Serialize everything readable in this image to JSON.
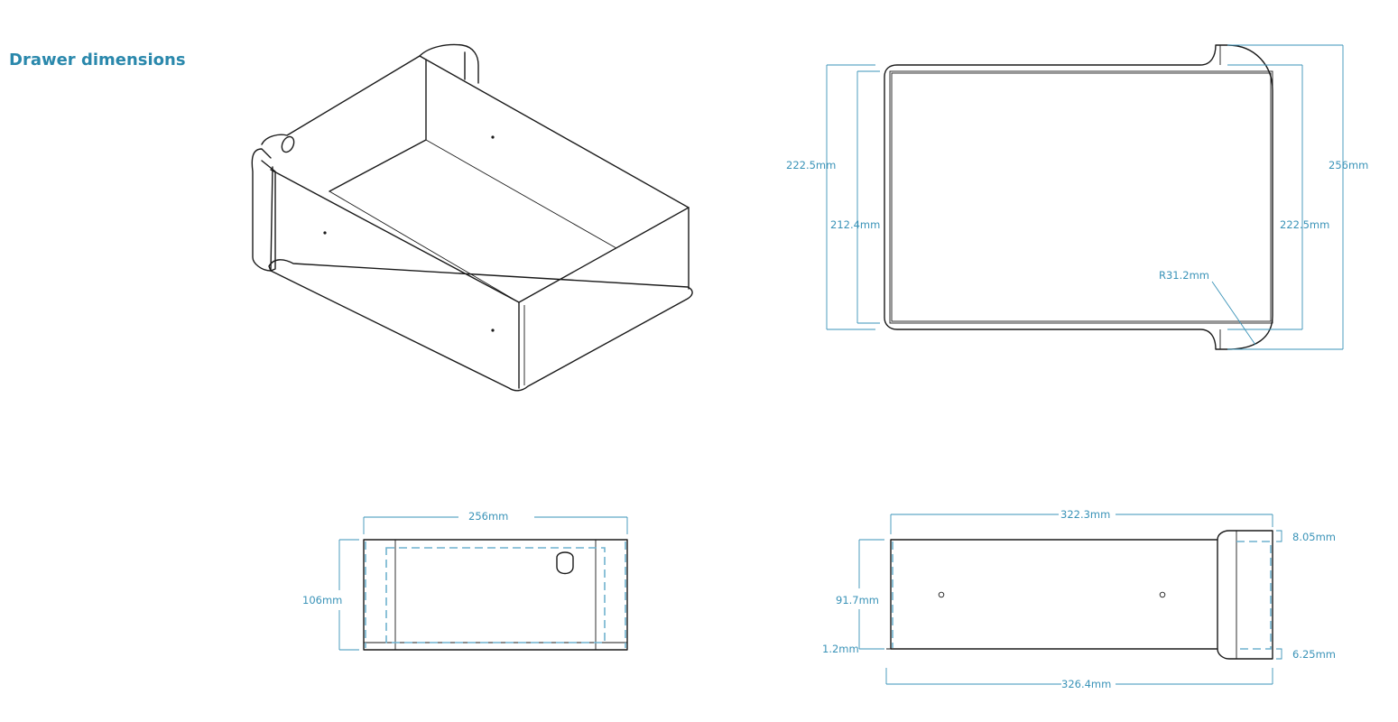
{
  "title": "Drawer dimensions",
  "accent_color": "#2a88ac",
  "dimensions": {
    "top_left_height": "222.5mm",
    "top_inner_height": "212.4mm",
    "top_right_total": "256mm",
    "top_right_inner": "222.5mm",
    "top_radius": "R31.2mm",
    "front_width": "256mm",
    "front_height": "106mm",
    "side_length": "322.3mm",
    "side_height": "91.7mm",
    "side_base": "1.2mm",
    "side_lip_top": "8.05mm",
    "side_lip_bottom": "6.25mm",
    "side_total_length": "326.4mm"
  }
}
